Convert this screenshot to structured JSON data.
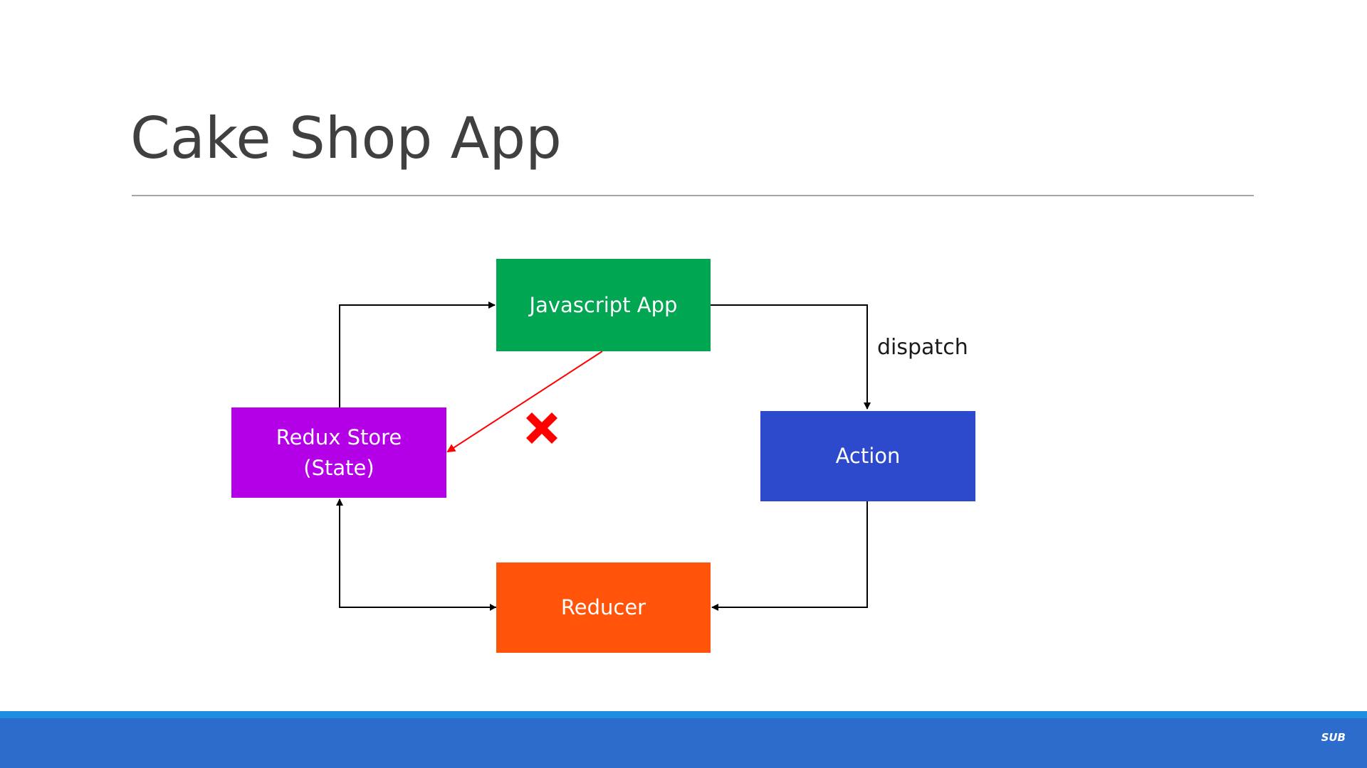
{
  "slide": {
    "title": "Cake Shop App"
  },
  "diagram": {
    "nodes": {
      "javascript_app": {
        "label": "Javascript App",
        "color": "#00a651"
      },
      "redux_store": {
        "label": "Redux Store\n(State)",
        "color": "#b300e6"
      },
      "action": {
        "label": "Action",
        "color": "#2c4acb"
      },
      "reducer": {
        "label": "Reducer",
        "color": "#ff5409"
      }
    },
    "edges": [
      {
        "from": "javascript_app",
        "to": "action",
        "label": "dispatch"
      },
      {
        "from": "action",
        "to": "reducer",
        "label": ""
      },
      {
        "from": "reducer",
        "to": "redux_store",
        "label": ""
      },
      {
        "from": "redux_store",
        "to": "javascript_app",
        "label": ""
      },
      {
        "from": "javascript_app",
        "to": "redux_store",
        "label": "",
        "blocked": true,
        "color": "#ff0000"
      }
    ],
    "blocked_icon": "cross-mark-icon",
    "blocked_color": "#ff0000"
  },
  "footer": {
    "logo_text": "SUB",
    "bar_color": "#2d6ccb",
    "accent_color": "#1e8fe0"
  }
}
